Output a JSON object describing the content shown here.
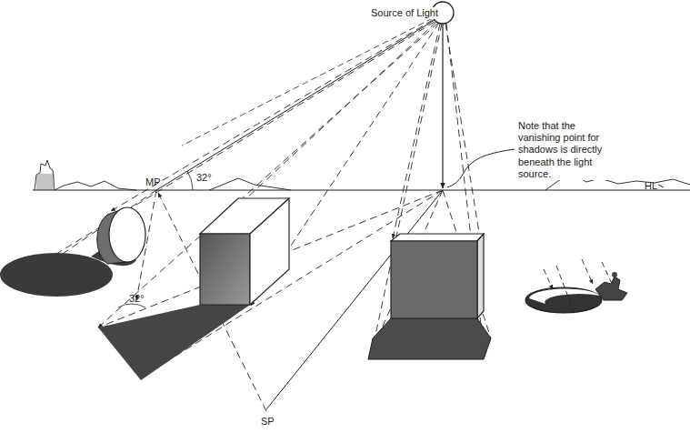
{
  "diagram": {
    "labels": [
      "Source of Light",
      "Note that the vanishing point for shadows is directly beneath the light source.",
      "MP",
      "32°",
      "32°",
      "HL",
      "SP"
    ]
  }
}
